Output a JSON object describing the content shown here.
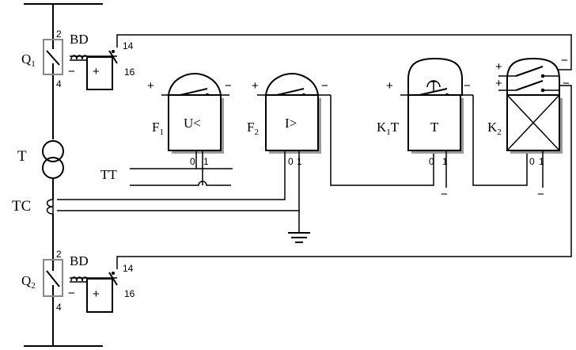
{
  "breakers": {
    "q1": {
      "letter": "Q",
      "subscript": "1",
      "pin_top": "2",
      "pin_bottom": "4",
      "coil": "BD",
      "pin_a": "14",
      "pin_b": "16",
      "minus": "−",
      "plus": "+"
    },
    "q2": {
      "letter": "Q",
      "subscript": "2",
      "pin_top": "2",
      "pin_bottom": "4",
      "coil": "BD",
      "pin_a": "14",
      "pin_b": "16",
      "minus": "−",
      "plus": "+"
    }
  },
  "transformer": {
    "label": "T"
  },
  "current_transformer": {
    "label": "TC"
  },
  "voltage_transformer": {
    "label": "TT"
  },
  "relays": {
    "f1": {
      "letter": "F",
      "subscript": "1",
      "function": "U<",
      "plus": "+",
      "minus": "−",
      "t0": "0",
      "t1": "1"
    },
    "f2": {
      "letter": "F",
      "subscript": "2",
      "function": "I>",
      "plus": "+",
      "minus": "−",
      "t0": "0",
      "t1": "1"
    },
    "k1t": {
      "letter": "K",
      "subscript": "1",
      "suffix": "T",
      "function": "T",
      "plus": "+",
      "minus": "−",
      "t0": "0",
      "t1": "1",
      "bottom_minus": "−"
    },
    "k2": {
      "letter": "K",
      "subscript": "2",
      "plus_top": "+",
      "plus_bottom": "+",
      "minus_top": "−",
      "minus_bottom": "−",
      "t0": "0",
      "t1": "1",
      "bottom_minus": "−"
    }
  }
}
